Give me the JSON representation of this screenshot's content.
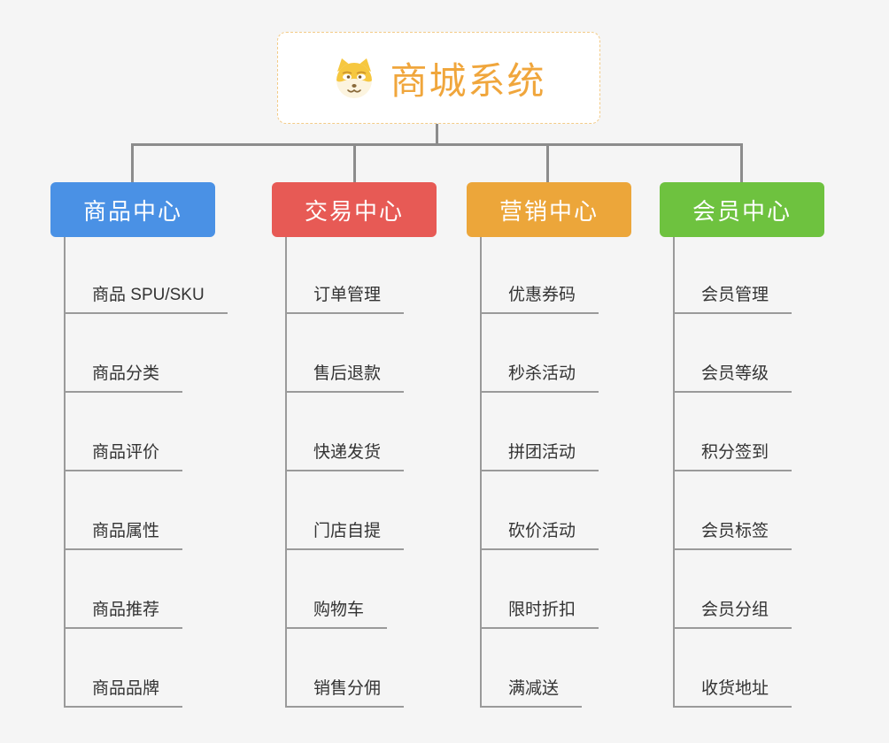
{
  "root": {
    "title": "商城系统",
    "icon": "dog-face-icon",
    "accent_color": "#F0A63C",
    "border_color": "#F3CB87"
  },
  "branches": [
    {
      "label": "商品中心",
      "color": "#4A91E5",
      "children": [
        "商品 SPU/SKU",
        "商品分类",
        "商品评价",
        "商品属性",
        "商品推荐",
        "商品品牌"
      ]
    },
    {
      "label": "交易中心",
      "color": "#E75A55",
      "children": [
        "订单管理",
        "售后退款",
        "快递发货",
        "门店自提",
        "购物车",
        "销售分佣"
      ]
    },
    {
      "label": "营销中心",
      "color": "#ECA63A",
      "children": [
        "优惠券码",
        "秒杀活动",
        "拼团活动",
        "砍价活动",
        "限时折扣",
        "满减送"
      ]
    },
    {
      "label": "会员中心",
      "color": "#6EC23F",
      "children": [
        "会员管理",
        "会员等级",
        "积分签到",
        "会员标签",
        "会员分组",
        "收货地址"
      ]
    }
  ],
  "colors": {
    "background": "#F5F5F5",
    "connector": "#8C8C8C",
    "leaf_underline": "#9A9A9A",
    "leaf_text": "#333333"
  }
}
